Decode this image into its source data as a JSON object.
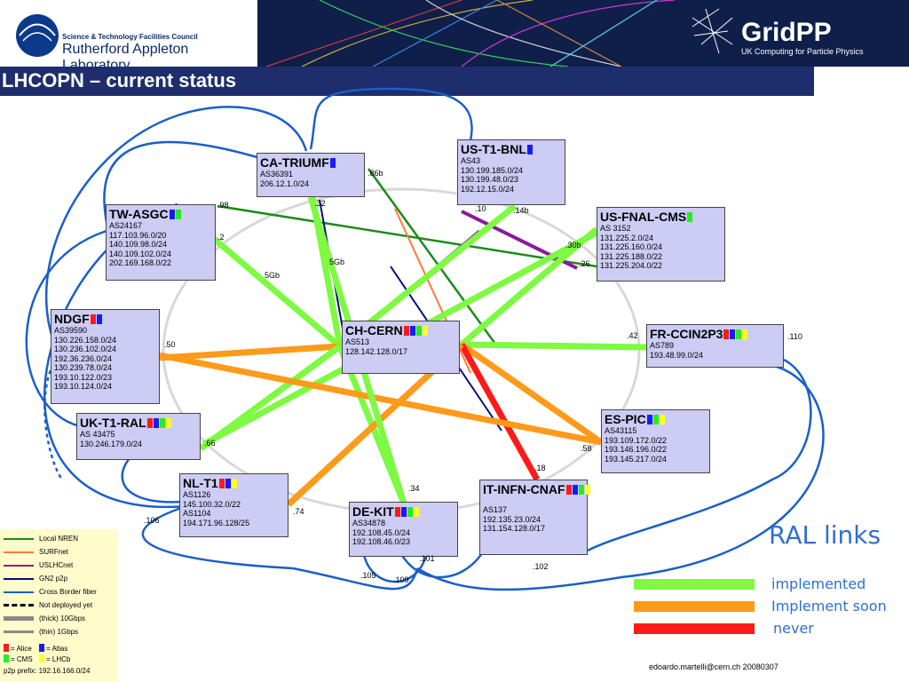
{
  "header": {
    "council": "Science & Technology Facilities Council",
    "lab": "Rutherford Appleton Laboratory",
    "brand": "GridPP",
    "brand_sub": "UK Computing for Particle Physics"
  },
  "banner_title": "LHCOPN – current status",
  "colors": {
    "implemented": "#7dfa41",
    "soon": "#ff9a1a",
    "never": "#ff1a1a",
    "local_nren": "#1a8c1a",
    "surfnet": "#ff7a3a",
    "uslhcnet": "#8a1a99",
    "gn2": "#0a0a7a",
    "cross_border": "#1a5fc8",
    "node_fill": "#ccccf5",
    "alice": "#ff1a1a",
    "atlas": "#1a1aff",
    "cms": "#22ee22",
    "lhcb": "#ffff22",
    "ral_text": "#2f6ed5"
  },
  "nodes": [
    {
      "id": "ca-triumf",
      "name": "CA-TRIUMF",
      "info": [
        "AS36391",
        "206.12.1.0/24"
      ],
      "flags": [
        "atlas"
      ]
    },
    {
      "id": "us-t1-bnl",
      "name": "US-T1-BNL",
      "info": [
        "AS43",
        "130.199.185.0/24",
        "130.199.48.0/23",
        "192.12.15.0/24"
      ],
      "flags": [
        "atlas"
      ]
    },
    {
      "id": "tw-asgc",
      "name": "TW-ASGC",
      "info": [
        "AS24167",
        "117.103.96.0/20",
        "140.109.98.0/24",
        "140.109.102.0/24",
        "202.169.168.0/22"
      ],
      "flags": [
        "atlas",
        "cms"
      ]
    },
    {
      "id": "us-fnal-cms",
      "name": "US-FNAL-CMS",
      "info": [
        "AS 3152",
        "131.225.2.0/24",
        "131.225.160.0/24",
        "131.225.188.0/22",
        "131.225.204.0/22"
      ],
      "flags": [
        "cms"
      ]
    },
    {
      "id": "ndgf",
      "name": "NDGF",
      "info": [
        "AS39590",
        "130.226.158.0/24",
        "130.236.102.0/24",
        "192.36.236.0/24",
        "130.239.78.0/24",
        "193.10.122.0/23",
        "193.10.124.0/24"
      ],
      "flags": [
        "alice",
        "atlas"
      ]
    },
    {
      "id": "ch-cern",
      "name": "CH-CERN",
      "info": [
        "AS513",
        "128.142.128.0/17"
      ],
      "flags": [
        "alice",
        "atlas",
        "cms",
        "lhcb"
      ]
    },
    {
      "id": "fr-ccin2p3",
      "name": "FR-CCIN2P3",
      "info": [
        "AS789",
        "193.48.99.0/24"
      ],
      "flags": [
        "alice",
        "atlas",
        "cms",
        "lhcb"
      ]
    },
    {
      "id": "uk-t1-ral",
      "name": "UK-T1-RAL",
      "info": [
        "AS 43475",
        "130.246.179.0/24"
      ],
      "flags": [
        "alice",
        "atlas",
        "cms",
        "lhcb"
      ]
    },
    {
      "id": "es-pic",
      "name": "ES-PIC",
      "info": [
        "AS43115",
        "193.109.172.0/22",
        "193.146.196.0/22",
        "193.145.217.0/24"
      ],
      "flags": [
        "atlas",
        "cms",
        "lhcb"
      ]
    },
    {
      "id": "nl-t1",
      "name": "NL-T1",
      "info": [
        "AS1126",
        "145.100.32.0/22",
        "AS1104",
        "194.171.96.128/25"
      ],
      "flags": [
        "alice",
        "atlas",
        "lhcb"
      ]
    },
    {
      "id": "de-kit",
      "name": "DE-KIT",
      "info": [
        "AS34878",
        "192.108.45.0/24",
        "192.108.46.0/23"
      ],
      "flags": [
        "alice",
        "atlas",
        "cms",
        "lhcb"
      ]
    },
    {
      "id": "it-infn-cnaf",
      "name": "IT-INFN-CNAF",
      "info": [
        "",
        "AS137",
        "192.135.23.0/24",
        "131.154.128.0/17"
      ],
      "flags": [
        "alice",
        "atlas",
        "cms",
        "lhcb"
      ]
    }
  ],
  "edge_labels": [
    ".98",
    ".2",
    "5Gb",
    ".32",
    ".86b",
    ".10",
    ".14b",
    ".30b",
    ".26",
    "5Gb",
    ".50",
    ".42",
    ".110",
    ".66",
    ".58",
    ".18",
    ".34",
    ".74",
    ".106",
    ".101",
    ".102",
    ".105",
    ".109"
  ],
  "ring_links": [
    {
      "from": "ca-triumf",
      "to": "ch-cern",
      "status": "implemented"
    },
    {
      "from": "us-t1-bnl",
      "to": "ch-cern",
      "status": "implemented"
    },
    {
      "from": "tw-asgc",
      "to": "ch-cern",
      "status": "implemented"
    },
    {
      "from": "us-fnal-cms",
      "to": "ch-cern",
      "status": "implemented"
    },
    {
      "from": "ndgf",
      "to": "ch-cern",
      "status": "soon"
    },
    {
      "from": "fr-ccin2p3",
      "to": "ch-cern",
      "status": "implemented"
    },
    {
      "from": "uk-t1-ral",
      "to": "ch-cern",
      "status": "implemented"
    },
    {
      "from": "es-pic",
      "to": "ch-cern",
      "status": "soon"
    },
    {
      "from": "nl-t1",
      "to": "ch-cern",
      "status": "soon"
    },
    {
      "from": "de-kit",
      "to": "ch-cern",
      "status": "implemented"
    },
    {
      "from": "it-infn-cnaf",
      "to": "ch-cern",
      "status": "never"
    },
    {
      "from": "uk-t1-ral",
      "to": "us-fnal-cms",
      "status": "implemented"
    },
    {
      "from": "nl-t1",
      "to": "fr-ccin2p3",
      "status": "soon"
    },
    {
      "from": "ndgf",
      "to": "es-pic",
      "status": "soon"
    },
    {
      "from": "tw-asgc",
      "to": "de-kit",
      "status": "implemented"
    }
  ],
  "legend": {
    "items": [
      {
        "label": "Local NREN",
        "color": "local_nren",
        "style": "solid"
      },
      {
        "label": "SURFnet",
        "color": "surfnet",
        "style": "solid"
      },
      {
        "label": "USLHCnet",
        "color": "uslhcnet",
        "style": "solid"
      },
      {
        "label": "GN2 p2p",
        "color": "gn2",
        "style": "solid"
      },
      {
        "label": "Cross Border fiber",
        "color": "cross_border",
        "style": "solid"
      },
      {
        "label": "Not deployed yet",
        "color": "black",
        "style": "dashed"
      },
      {
        "label": "(thick) 10Gbps",
        "color": "grey",
        "style": "thick"
      },
      {
        "label": "(thin) 1Gbps",
        "color": "grey",
        "style": "thin"
      }
    ],
    "vo": [
      {
        "label": "= Alice",
        "color": "alice"
      },
      {
        "label": "= Atlas",
        "color": "atlas"
      },
      {
        "label": "= CMS",
        "color": "cms"
      },
      {
        "label": "= LHCb",
        "color": "lhcb"
      }
    ],
    "prefix": "p2p prefix: 192.16.166.0/24"
  },
  "ral": {
    "title": "RAL links",
    "items": [
      {
        "label": "implemented",
        "color": "implemented"
      },
      {
        "label": "Implement soon",
        "color": "soon"
      },
      {
        "label": "never",
        "color": "never"
      }
    ]
  },
  "footer": "edoardo.martelli@cern.ch 20080307"
}
